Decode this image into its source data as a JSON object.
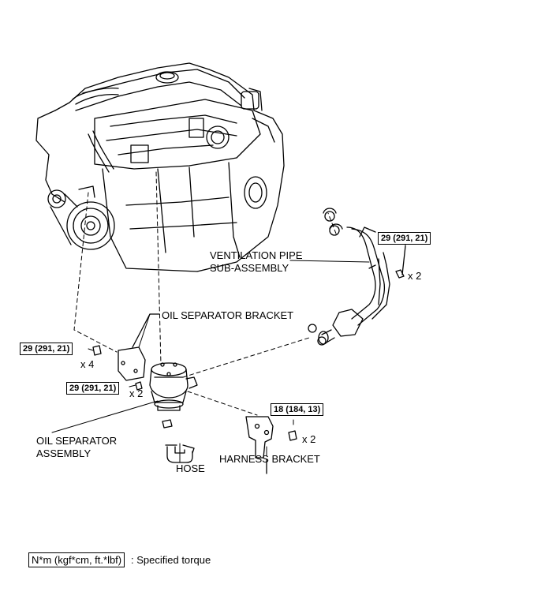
{
  "labels": {
    "ventilation_pipe_line1": "VENTILATION PIPE",
    "ventilation_pipe_line2": "SUB-ASSEMBLY",
    "oil_separator_bracket": "OIL SEPARATOR BRACKET",
    "oil_separator_assembly_line1": "OIL SEPARATOR",
    "oil_separator_assembly_line2": "ASSEMBLY",
    "hose": "HOSE",
    "harness_bracket": "HARNESS BRACKET"
  },
  "torques": {
    "ventilation_bolt": "29 (291, 21)",
    "bracket_bolt": "29 (291, 21)",
    "separator_bolt": "29 (291, 21)",
    "harness_bolt": "18 (184, 13)"
  },
  "multipliers": {
    "ventilation": "x 2",
    "bracket": "x 4",
    "separator": "x 2",
    "harness": "x 2"
  },
  "legend": {
    "unit": "N*m (kgf*cm, ft.*lbf)",
    "text": ": Specified torque"
  }
}
